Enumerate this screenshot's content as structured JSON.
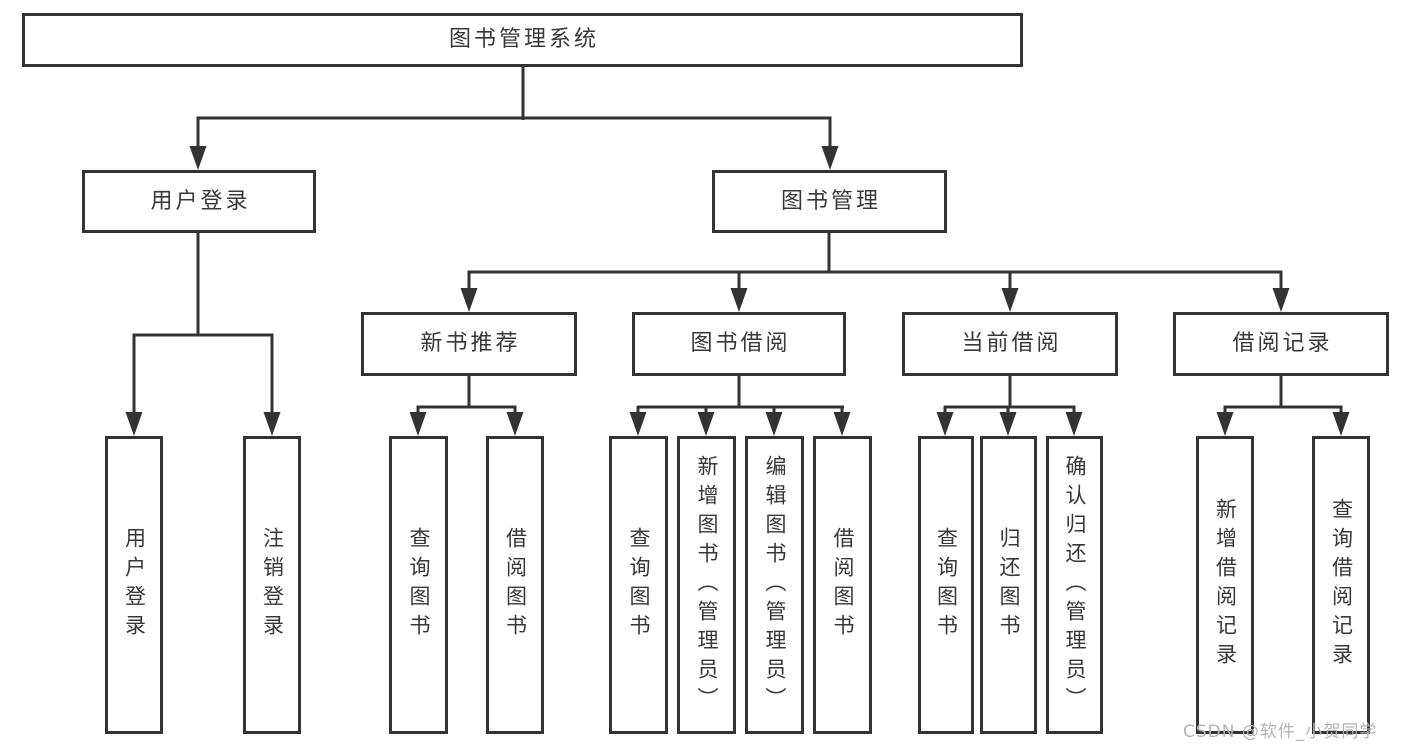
{
  "diagram": {
    "root": {
      "label": "图书管理系统"
    },
    "branches": [
      {
        "label": "用户登录",
        "children": [
          {
            "label": "用户登录"
          },
          {
            "label": "注销登录"
          }
        ]
      },
      {
        "label": "图书管理",
        "groups": [
          {
            "label": "新书推荐",
            "children": [
              {
                "label": "查询图书"
              },
              {
                "label": "借阅图书"
              }
            ]
          },
          {
            "label": "图书借阅",
            "children": [
              {
                "label": "查询图书"
              },
              {
                "label": "新增图书（管理员）"
              },
              {
                "label": "编辑图书（管理员）"
              },
              {
                "label": "借阅图书"
              }
            ]
          },
          {
            "label": "当前借阅",
            "children": [
              {
                "label": "查询图书"
              },
              {
                "label": "归还图书"
              },
              {
                "label": "确认归还（管理员）"
              }
            ]
          },
          {
            "label": "借阅记录",
            "children": [
              {
                "label": "新增借阅记录"
              },
              {
                "label": "查询借阅记录"
              }
            ]
          }
        ]
      }
    ]
  },
  "watermark": "CSDN @软件_小贺同学",
  "colors": {
    "line": "#333333",
    "text": "#383838",
    "background": "#ffffff",
    "watermark": "#b3b3b3"
  }
}
